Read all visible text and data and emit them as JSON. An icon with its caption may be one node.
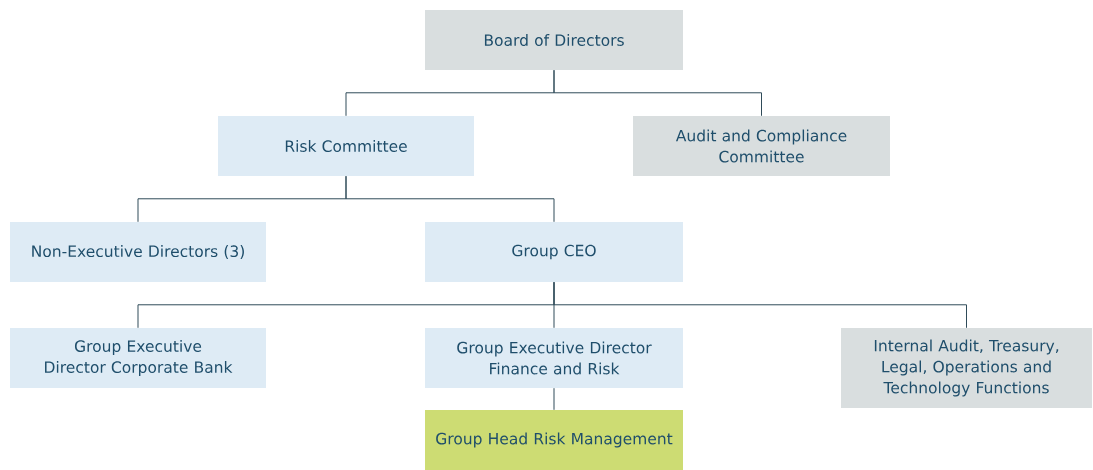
{
  "diagram": {
    "nodes": [
      {
        "text": [
          "Board of Directors"
        ]
      },
      {
        "text": [
          "Risk Committee"
        ]
      },
      {
        "text": [
          "Audit and Compliance Committee"
        ]
      },
      {
        "text": [
          "Non-Executive Directors (3)"
        ]
      },
      {
        "text": [
          "Group CEO"
        ]
      },
      {
        "text": [
          "Group Executive Director Corporate Bank"
        ]
      },
      {
        "text": [
          "Group Executive Director Finance and Risk"
        ]
      },
      {
        "text": [
          "Internal Audit, Treasury, Legal, Operations and Technology Functions"
        ]
      },
      {
        "text": [
          "Group Head Risk Management"
        ]
      }
    ],
    "edges": [
      {
        "from": 0,
        "to": 1,
        "arrow": "none"
      },
      {
        "from": 0,
        "to": 2,
        "arrow": "none"
      },
      {
        "from": 1,
        "to": 3,
        "arrow": "none"
      },
      {
        "from": 1,
        "to": 4,
        "arrow": "none"
      },
      {
        "from": 4,
        "to": 5,
        "arrow": "none"
      },
      {
        "from": 4,
        "to": 6,
        "arrow": "none"
      },
      {
        "from": 4,
        "to": 7,
        "arrow": "none"
      },
      {
        "from": 6,
        "to": 8,
        "arrow": "none"
      }
    ]
  }
}
